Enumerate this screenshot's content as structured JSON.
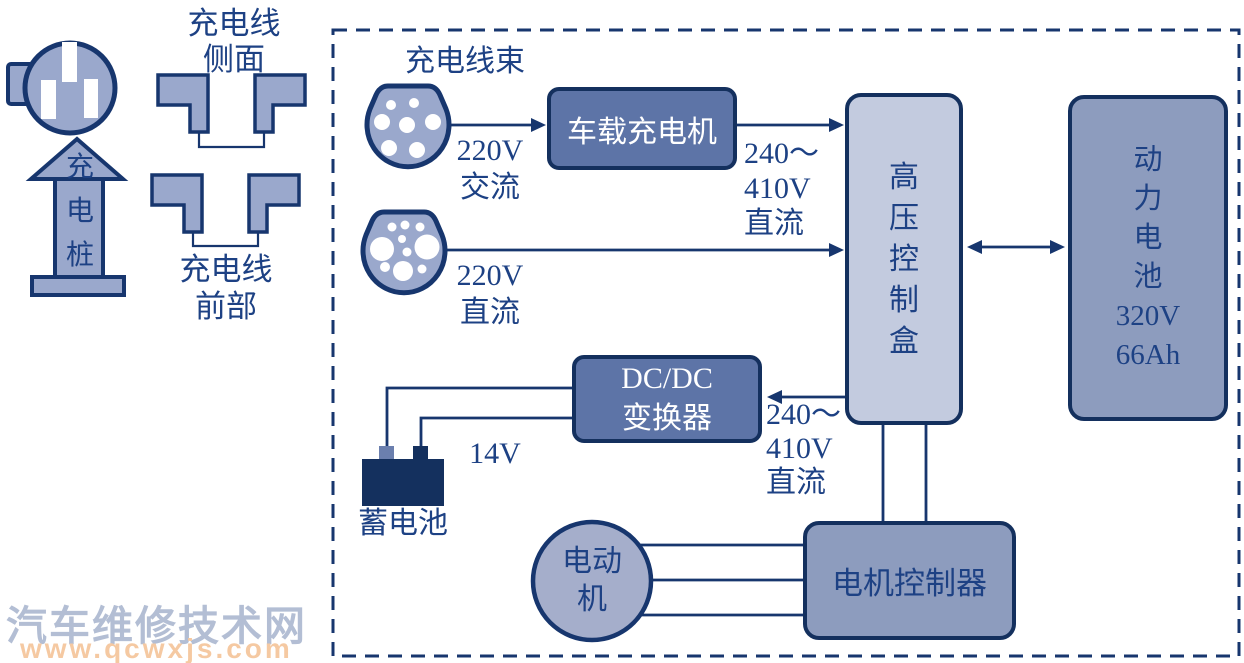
{
  "colors": {
    "outline_navy": "#17366e",
    "text_navy": "#1d4184",
    "box_blue": "#5d74a7",
    "box_light": "#c3cbdf",
    "box_gray_blue": "#8d9cbe",
    "shape_fill": "#9aa8cc",
    "motor_fill": "#a5aecb",
    "battery_fill": "#14305e",
    "watermark_text": "#b3bed4",
    "watermark_url": "#f5c9a2"
  },
  "icons": {
    "charging_plug": "three-pin-plug-icon",
    "charging_pile_arrow": "up-arrow-icon",
    "cable_side_brackets": "cable-side-view-icon",
    "cable_front_brackets": "cable-front-view-icon",
    "ac_connector": "ac-charge-socket-icon",
    "dc_connector": "dc-charge-socket-icon",
    "aux_battery": "battery-icon",
    "motor": "motor-circle-icon"
  },
  "left_panel": {
    "pile_label": "充\n电\n桩",
    "cable_side_label": "充电线\n侧面",
    "cable_front_label": "充电线\n前部"
  },
  "diagram": {
    "harness_label": "充电线束",
    "ac_input": "220V\n交流",
    "dc_input": "220V\n直流",
    "onboard_charger": "车载充电机",
    "hv_dc_top": "240～\n410V\n直流",
    "hv_control_box": "高\n压\n控\n制\n盒",
    "power_battery": "动\n力\n电\n池\n320V\n66Ah",
    "dcdc_converter": "DC/DC\n变换器",
    "hv_dc_bottom": "240～\n410V\n直流",
    "aux_voltage": "14V",
    "aux_battery": "蓄电池",
    "motor": "电动\n机",
    "motor_controller": "电机控制器"
  },
  "watermark": {
    "site_name": "汽车维修技术网",
    "site_url": "www.qcwxjs.com"
  }
}
